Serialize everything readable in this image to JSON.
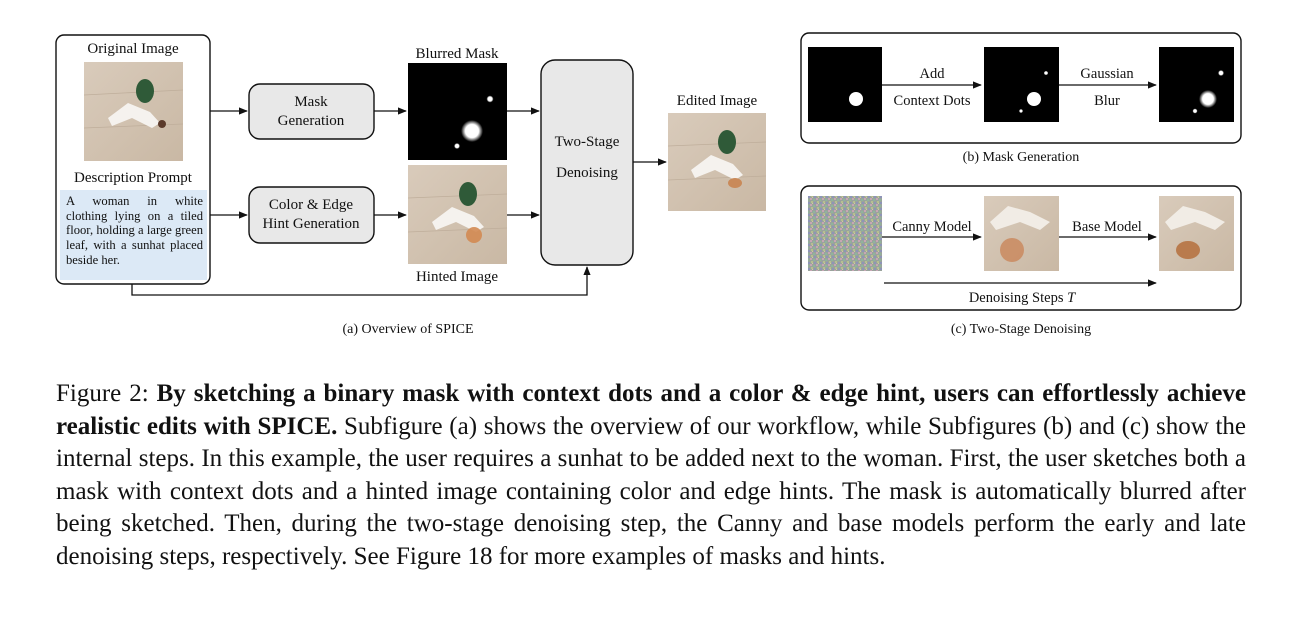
{
  "panel_a": {
    "original_image_label": "Original Image",
    "description_prompt_label": "Description Prompt",
    "prompt_text": "A woman in white clothing lying on a tiled floor, holding a large green leaf, with a sunhat placed beside her.",
    "mask_generation_label": [
      "Mask",
      "Generation"
    ],
    "hint_generation_label": [
      "Color & Edge",
      "Hint Generation"
    ],
    "blurred_mask_label": "Blurred Mask",
    "hinted_image_label": "Hinted Image",
    "denoising_label": [
      "Two-Stage",
      "Denoising"
    ],
    "edited_image_label": "Edited Image",
    "caption": "(a) Overview of SPICE"
  },
  "panel_b": {
    "add_label": [
      "Add",
      "Context Dots"
    ],
    "blur_label": [
      "Gaussian",
      "Blur"
    ],
    "caption": "(b) Mask Generation"
  },
  "panel_c": {
    "canny_label": "Canny Model",
    "base_label": "Base Model",
    "steps_label": "Denoising Steps",
    "steps_symbol": "T",
    "caption": "(c) Two-Stage Denoising"
  },
  "figure_caption": {
    "prefix": "Figure 2: ",
    "bold": "By sketching a binary mask with context dots and a color & edge hint, users can effortlessly achieve realistic edits with SPICE.",
    "body": " Subfigure (a) shows the overview of our workflow, while Subfigures (b) and (c) show the internal steps. In this example, the user requires a sunhat to be added next to the woman. First, the user sketches both a mask with context dots and a hinted image containing color and edge hints. The mask is automatically blurred after being sketched. Then, during the two-stage denoising step, the Canny and base models perform the early and late denoising steps, respectively. See Figure 18 for more examples of masks and hints."
  }
}
